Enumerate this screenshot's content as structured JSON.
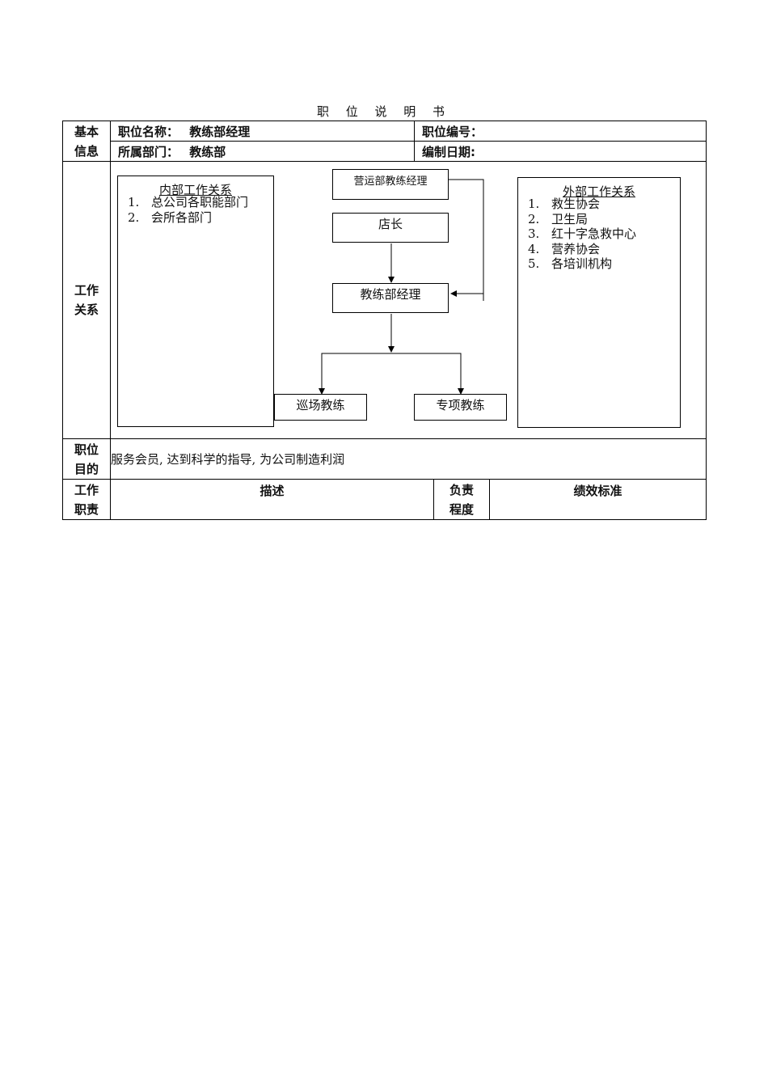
{
  "title": "职 位 说 明 书",
  "basic": {
    "section_label": "基本\n信息",
    "position_name_label": "职位名称：",
    "position_name": "教练部经理",
    "position_no_label": "职位编号：",
    "department_label": "所属部门：",
    "department": "教练部",
    "date_label": "编制日期:"
  },
  "relations": {
    "section_label": "工作\n关系",
    "internal": {
      "title": "内部工作关系",
      "items": [
        {
          "num": "1.",
          "text": "总公司各职能部门"
        },
        {
          "num": "2.",
          "text": "会所各部门"
        }
      ]
    },
    "external": {
      "title": "外部工作关系",
      "items": [
        {
          "num": "1.",
          "text": "救生协会"
        },
        {
          "num": "2.",
          "text": "卫生局"
        },
        {
          "num": "3.",
          "text": "红十字急救中心"
        },
        {
          "num": "4.",
          "text": "营养协会"
        },
        {
          "num": "5.",
          "text": "各培训机构"
        }
      ]
    },
    "org_chart": {
      "top": "营运部教练经理",
      "store_manager": "店长",
      "self": "教练部经理",
      "child_left": "巡场教练",
      "child_right": "专项教练"
    }
  },
  "purpose": {
    "section_label": "职位\n目的",
    "text": "服务会员, 达到科学的指导, 为公司制造利润"
  },
  "duties": {
    "section_label": "工作\n职责",
    "col_description": "描述",
    "col_responsibility": "负责\n程度",
    "col_kpi": "绩效标准"
  }
}
